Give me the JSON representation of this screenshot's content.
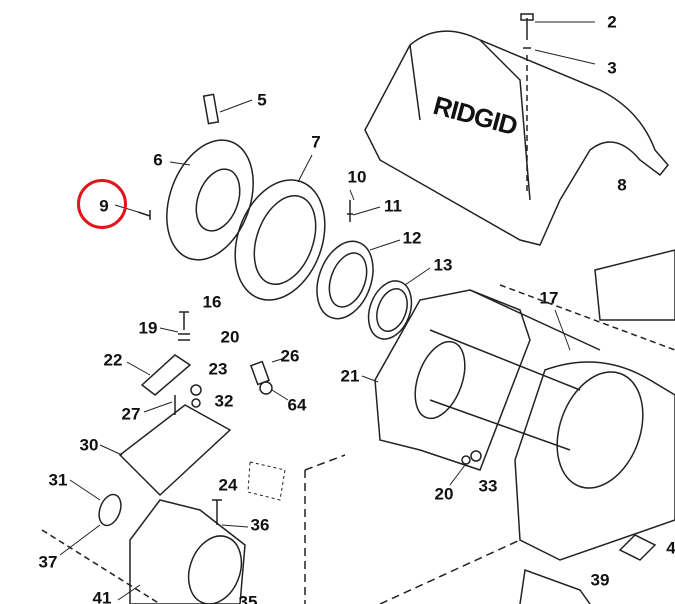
{
  "diagram": {
    "brand_logo": "RIDGID",
    "highlighted_part": "9",
    "highlight_color": "#e0161b",
    "part_labels": [
      "2",
      "3",
      "5",
      "6",
      "7",
      "8",
      "9",
      "10",
      "11",
      "12",
      "13",
      "16",
      "17",
      "19",
      "20",
      "21",
      "22",
      "23",
      "26",
      "27",
      "32",
      "64",
      "30",
      "20",
      "33",
      "31",
      "24",
      "36",
      "37",
      "41",
      "35",
      "39",
      "4"
    ]
  }
}
